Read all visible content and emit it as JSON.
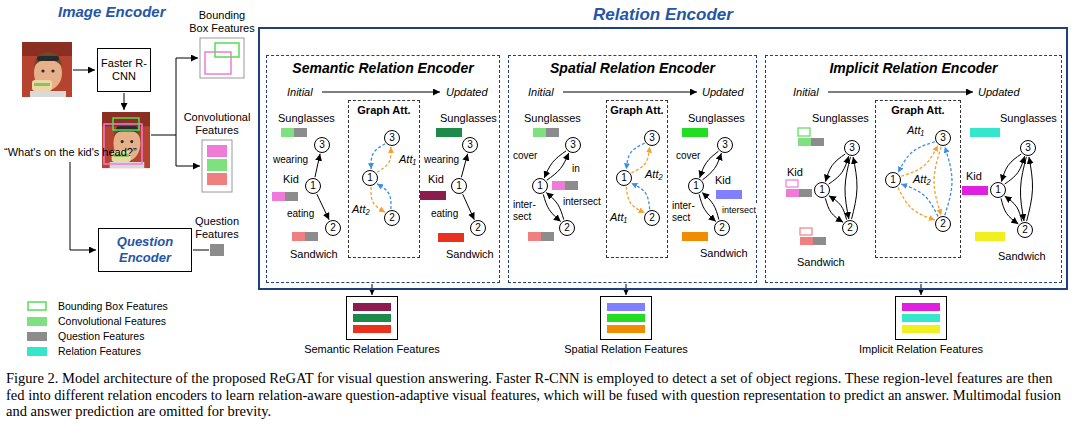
{
  "diagram": {
    "caption": "Figure 2. Model architecture of the proposed ReGAT for visual question answering. Faster R-CNN is employed to detect a set of object regions. These region-level features are then fed into different relation encoders to learn relation-aware question-adaptive visual features, which will be fused with question representation to predict an answer. Multimodal fusion and answer prediction are omitted for brevity.",
    "nodes": [
      {
        "text": [
          "Faster R-CNN"
        ]
      },
      {
        "text": [
          "Bounding Box Features"
        ]
      },
      {
        "text": [
          "Convolutional Features"
        ]
      },
      {
        "text": [
          "Question Encoder"
        ]
      },
      {
        "text": [
          "Question Features"
        ]
      },
      {
        "text": [
          "Relation Encoder"
        ]
      },
      {
        "text": [
          "Semantic Relation Encoder"
        ],
        "in": 5
      },
      {
        "text": [
          "3"
        ],
        "in": 6
      },
      {
        "text": [
          "1"
        ],
        "in": 6
      },
      {
        "text": [
          "2"
        ],
        "in": 6
      },
      {
        "text": [
          "Graph Att."
        ],
        "in": 6
      },
      {
        "text": [
          "3"
        ],
        "in": 10
      },
      {
        "text": [
          "1"
        ],
        "in": 10
      },
      {
        "text": [
          "2"
        ],
        "in": 10
      },
      {
        "text": [
          "3"
        ],
        "in": 6
      },
      {
        "text": [
          "1"
        ],
        "in": 6
      },
      {
        "text": [
          "2"
        ],
        "in": 6
      },
      {
        "text": [
          "Spatial Relation Encoder"
        ],
        "in": 5
      },
      {
        "text": [
          "3"
        ],
        "in": 17
      },
      {
        "text": [
          "1"
        ],
        "in": 17
      },
      {
        "text": [
          "2"
        ],
        "in": 17
      },
      {
        "text": [
          "Graph Att."
        ],
        "in": 17
      },
      {
        "text": [
          "3"
        ],
        "in": 21
      },
      {
        "text": [
          "1"
        ],
        "in": 21
      },
      {
        "text": [
          "2"
        ],
        "in": 21
      },
      {
        "text": [
          "3"
        ],
        "in": 17
      },
      {
        "text": [
          "1"
        ],
        "in": 17
      },
      {
        "text": [
          "2"
        ],
        "in": 17
      },
      {
        "text": [
          "Implicit Relation Encoder"
        ],
        "in": 5
      },
      {
        "text": [
          "3"
        ],
        "in": 28
      },
      {
        "text": [
          "1"
        ],
        "in": 28
      },
      {
        "text": [
          "2"
        ],
        "in": 28
      },
      {
        "text": [
          "Graph Att."
        ],
        "in": 28
      },
      {
        "text": [
          "3"
        ],
        "in": 32
      },
      {
        "text": [
          "1"
        ],
        "in": 32
      },
      {
        "text": [
          "2"
        ],
        "in": 32
      },
      {
        "text": [
          "3"
        ],
        "in": 28
      },
      {
        "text": [
          "1"
        ],
        "in": 28
      },
      {
        "text": [
          "2"
        ],
        "in": 28
      },
      {
        "text": [
          "Semantic Relation Features"
        ]
      },
      {
        "text": [
          "Spatial Relation Features"
        ]
      },
      {
        "text": [
          "Implicit Relation Features"
        ]
      }
    ],
    "edges": [
      {
        "from": 3,
        "to": 4,
        "arrow": "none"
      },
      {
        "from": 8,
        "to": 7,
        "label": "wearing",
        "arrow": "to"
      },
      {
        "from": 8,
        "to": 9,
        "label": "eating",
        "arrow": "to"
      },
      {
        "from": 12,
        "to": 11,
        "arrow": "to"
      },
      {
        "from": 11,
        "to": 12,
        "arrow": "to"
      },
      {
        "from": 12,
        "to": 13,
        "arrow": "to"
      },
      {
        "from": 13,
        "to": 12,
        "arrow": "to"
      },
      {
        "from": 15,
        "to": 14,
        "label": "wearing",
        "arrow": "to"
      },
      {
        "from": 15,
        "to": 16,
        "label": "eating",
        "arrow": "to"
      },
      {
        "from": 18,
        "to": 19,
        "label": "cover",
        "arrow": "to"
      },
      {
        "from": 19,
        "to": 18,
        "label": "in",
        "arrow": "to"
      },
      {
        "from": 19,
        "to": 20,
        "label": "inter- sect",
        "arrow": "to"
      },
      {
        "from": 20,
        "to": 19,
        "label": "intersect",
        "arrow": "to"
      },
      {
        "from": 23,
        "to": 22,
        "arrow": "to"
      },
      {
        "from": 22,
        "to": 23,
        "arrow": "to"
      },
      {
        "from": 23,
        "to": 24,
        "arrow": "to"
      },
      {
        "from": 24,
        "to": 23,
        "arrow": "to"
      },
      {
        "from": 25,
        "to": 26,
        "label": "cover",
        "arrow": "to"
      },
      {
        "from": 26,
        "to": 25,
        "arrow": "to"
      },
      {
        "from": 26,
        "to": 27,
        "label": "inter- sect",
        "arrow": "to"
      },
      {
        "from": 27,
        "to": 26,
        "label": "intersect",
        "arrow": "to"
      },
      {
        "from": 30,
        "to": 29,
        "arrow": "to"
      },
      {
        "from": 29,
        "to": 30,
        "arrow": "to"
      },
      {
        "from": 30,
        "to": 31,
        "arrow": "to"
      },
      {
        "from": 31,
        "to": 30,
        "arrow": "to"
      },
      {
        "from": 29,
        "to": 31,
        "arrow": "to"
      },
      {
        "from": 31,
        "to": 29,
        "arrow": "to"
      },
      {
        "from": 34,
        "to": 33,
        "arrow": "to"
      },
      {
        "from": 33,
        "to": 34,
        "arrow": "to"
      },
      {
        "from": 34,
        "to": 35,
        "arrow": "to"
      },
      {
        "from": 35,
        "to": 34,
        "arrow": "to"
      },
      {
        "from": 33,
        "to": 35,
        "arrow": "to"
      },
      {
        "from": 35,
        "to": 33,
        "arrow": "to"
      },
      {
        "from": 37,
        "to": 36,
        "arrow": "to"
      },
      {
        "from": 36,
        "to": 37,
        "arrow": "to"
      },
      {
        "from": 37,
        "to": 38,
        "arrow": "to"
      },
      {
        "from": 38,
        "to": 37,
        "arrow": "to"
      },
      {
        "from": 36,
        "to": 38,
        "arrow": "to"
      },
      {
        "from": 38,
        "to": 36,
        "arrow": "to"
      },
      {
        "from": 6,
        "to": 39,
        "arrow": "to"
      },
      {
        "from": 17,
        "to": 40,
        "arrow": "to"
      },
      {
        "from": 28,
        "to": 41,
        "arrow": "to"
      }
    ],
    "labels": [
      "Image Encoder",
      "“What's on the kid's head?”",
      "Initial",
      "Updated",
      "Sunglasses",
      "Kid",
      "Sandwich",
      "Att₁",
      "Att₂",
      "Sunglasses",
      "Kid",
      "Sandwich",
      "Initial",
      "Updated",
      "Sunglasses",
      "Att₂",
      "Att₁",
      "Sunglasses",
      "Kid",
      "Sandwich",
      "Initial",
      "Updated",
      "Sunglasses",
      "Kid",
      "Sandwich",
      "Att₁",
      "Att₂",
      "Sunglasses",
      "Kid",
      "Sandwich"
    ],
    "legend": [
      {
        "text": "Bounding Box Features"
      },
      {
        "text": "Convolutional Features",
        "color": "#7fe07f"
      },
      {
        "text": "Question Features",
        "color": "#8c8c8c"
      },
      {
        "text": "Relation Features",
        "color": "#33e6cc"
      }
    ]
  }
}
